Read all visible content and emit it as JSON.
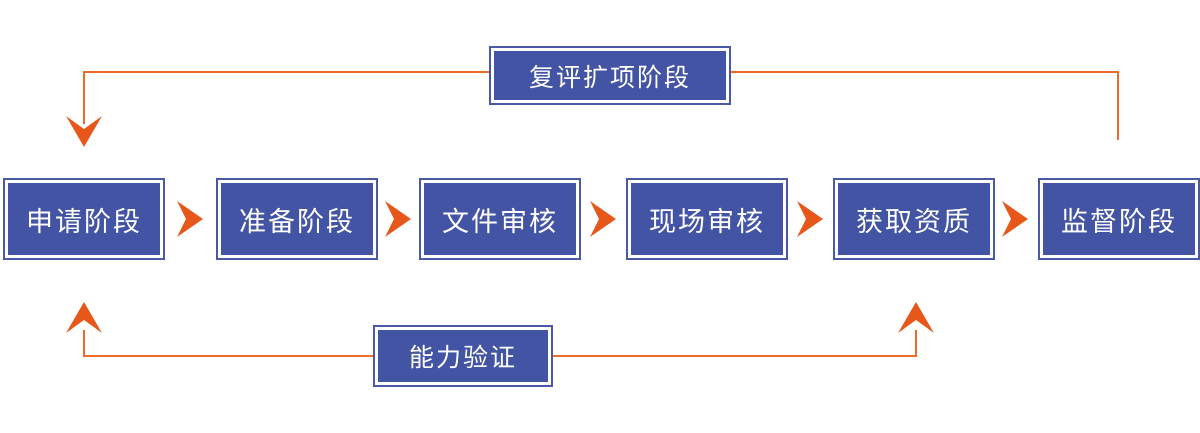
{
  "diagram": {
    "title": "qualification-process-flow",
    "stages": [
      {
        "label": "申请阶段"
      },
      {
        "label": "准备阶段"
      },
      {
        "label": "文件审核"
      },
      {
        "label": "现场审核"
      },
      {
        "label": "获取资质"
      },
      {
        "label": "监督阶段"
      }
    ],
    "loops": {
      "top": {
        "label": "复评扩项阶段",
        "from": "监督阶段",
        "to": "申请阶段"
      },
      "bottom": {
        "label": "能力验证",
        "from": "申请阶段",
        "to": "获取资质"
      }
    },
    "colors": {
      "box_fill": "#4254a3",
      "box_outer_border": "#4a58a8",
      "box_inner_border": "#ffffff",
      "arrow_orange": "#e8571a",
      "line_orange": "#ed6c28",
      "text": "#ffffff",
      "background": "#ffffff"
    }
  }
}
